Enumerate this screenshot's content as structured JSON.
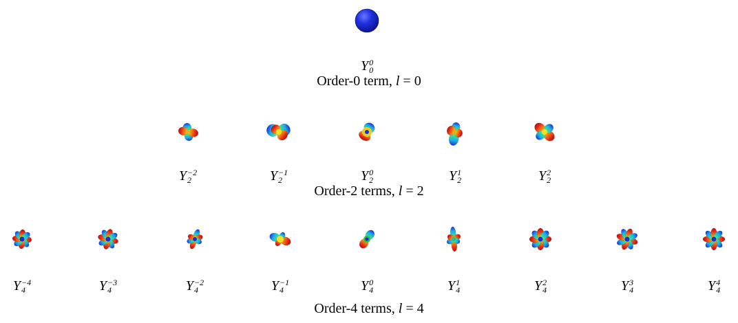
{
  "palette": {
    "blue": "#1a2fd6",
    "cyan": "#1fc4e8",
    "yellow": "#f0e028",
    "red": "#e02418"
  },
  "rows": [
    {
      "title_prefix": "Order-0 term, ",
      "l_symbol": "l",
      "eq": " = 0",
      "items": [
        {
          "symbol": "Y",
          "sub": "0",
          "sup": "0",
          "icon": "sphere-icon"
        }
      ]
    },
    {
      "title_prefix": "Order-2 terms, ",
      "l_symbol": "l",
      "eq": " = 2",
      "items": [
        {
          "symbol": "Y",
          "sub": "2",
          "sup": "−2",
          "icon": "lobes-icon"
        },
        {
          "symbol": "Y",
          "sub": "2",
          "sup": "−1",
          "icon": "lobes-icon"
        },
        {
          "symbol": "Y",
          "sub": "2",
          "sup": "0",
          "icon": "lobes-icon"
        },
        {
          "symbol": "Y",
          "sub": "2",
          "sup": "1",
          "icon": "lobes-icon"
        },
        {
          "symbol": "Y",
          "sub": "2",
          "sup": "2",
          "icon": "lobes-icon"
        }
      ]
    },
    {
      "title_prefix": "Order-4 terms, ",
      "l_symbol": "l",
      "eq": " = 4",
      "items": [
        {
          "symbol": "Y",
          "sub": "4",
          "sup": "−4",
          "icon": "lobes-icon"
        },
        {
          "symbol": "Y",
          "sub": "4",
          "sup": "−3",
          "icon": "lobes-icon"
        },
        {
          "symbol": "Y",
          "sub": "4",
          "sup": "−2",
          "icon": "lobes-icon"
        },
        {
          "symbol": "Y",
          "sub": "4",
          "sup": "−1",
          "icon": "lobes-icon"
        },
        {
          "symbol": "Y",
          "sub": "4",
          "sup": "0",
          "icon": "lobes-icon"
        },
        {
          "symbol": "Y",
          "sub": "4",
          "sup": "1",
          "icon": "lobes-icon"
        },
        {
          "symbol": "Y",
          "sub": "4",
          "sup": "2",
          "icon": "lobes-icon"
        },
        {
          "symbol": "Y",
          "sub": "4",
          "sup": "3",
          "icon": "lobes-icon"
        },
        {
          "symbol": "Y",
          "sub": "4",
          "sup": "4",
          "icon": "lobes-icon"
        }
      ]
    }
  ]
}
